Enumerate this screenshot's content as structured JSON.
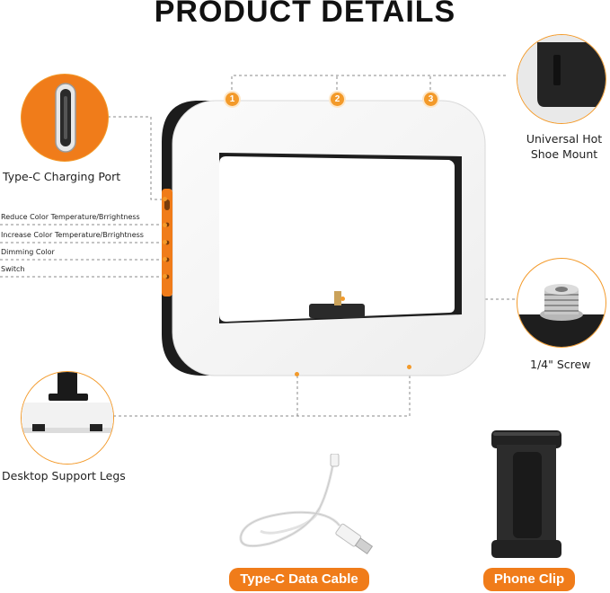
{
  "title": "PRODUCT DETAILS",
  "callouts": {
    "one": "1",
    "two": "2",
    "three": "3"
  },
  "features": {
    "type_c_port": "Type-C Charging Port",
    "hot_shoe": "Universal Hot Shoe Mount",
    "screw": "1/4\" Screw",
    "support_legs": "Desktop Support Legs"
  },
  "buttons": {
    "reduce": "Reduce Color Temperature/Brrightness",
    "increase": "Increase Color Temperature/Brrightness",
    "dimming": "Dimming Color",
    "switch": "Switch"
  },
  "accessories": {
    "cable": "Type-C Data Cable",
    "clip": "Phone Clip"
  },
  "colors": {
    "accent": "#f07c1a",
    "dashed_line": "#8a8a8a",
    "light_body": "#f6f6f6",
    "frame": "#1c1c1c"
  }
}
